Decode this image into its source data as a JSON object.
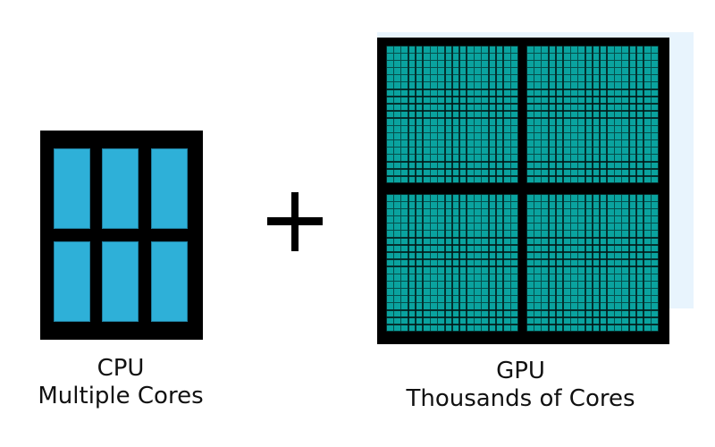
{
  "cpu": {
    "title": "CPU",
    "subtitle": "Multiple Cores",
    "core_color": "#2eb0d8",
    "core_rows": 2,
    "core_cols": 3
  },
  "operator": "+",
  "gpu": {
    "title": "GPU",
    "subtitle": "Thousands of Cores",
    "core_color": "#0aa39f",
    "quadrants": 4,
    "cells_per_quadrant_rows": 19,
    "cells_per_quadrant_cols": 18
  }
}
